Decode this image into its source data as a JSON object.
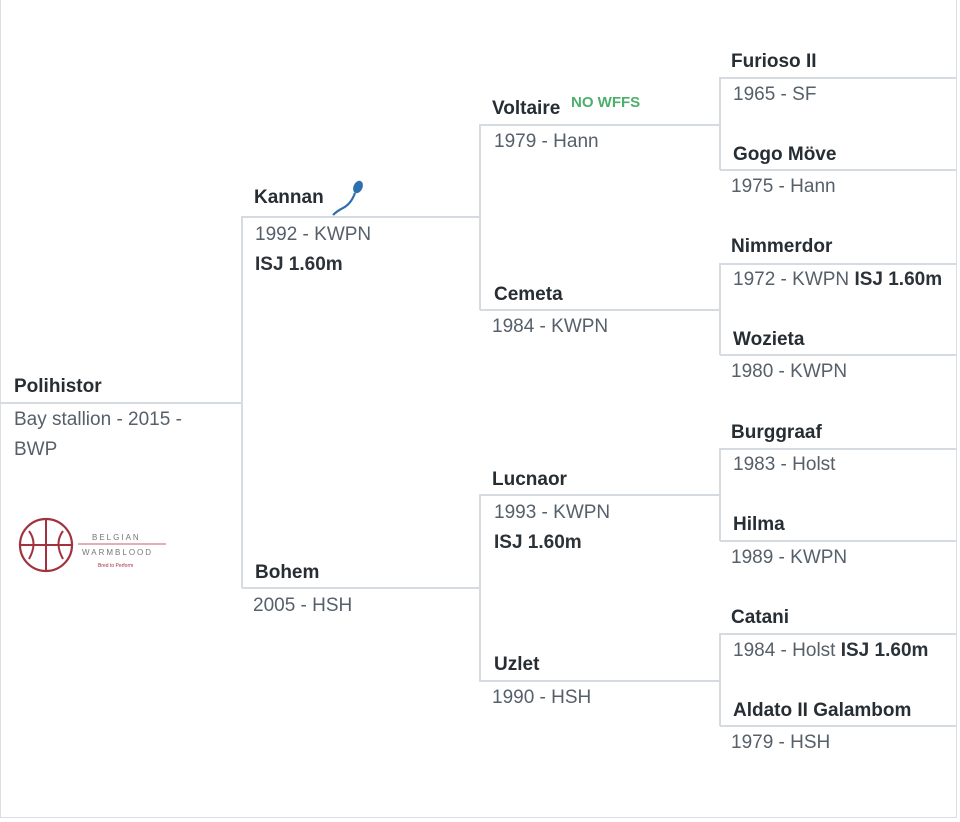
{
  "horse": {
    "name": "Polihistor",
    "info_line1": "Bay stallion - 2015 -",
    "info_line2": "BWP",
    "studbook_logo": {
      "line1": "BELGIAN",
      "line2": "WARMBLOOD",
      "tagline": "Bred to Perform"
    }
  },
  "sire": {
    "name": "Kannan",
    "info": "1992 - KWPN",
    "note": "ISJ 1.60m",
    "icon": "sperm-icon"
  },
  "dam": {
    "name": "Bohem",
    "info": "2005 - HSH"
  },
  "sire_sire": {
    "name": "Voltaire",
    "tag": "NO WFFS",
    "info": "1979 - Hann"
  },
  "sire_dam": {
    "name": "Cemeta",
    "info": "1984 - KWPN"
  },
  "dam_sire": {
    "name": "Lucnaor",
    "info": "1993 - KWPN",
    "note": "ISJ 1.60m"
  },
  "dam_dam": {
    "name": "Uzlet",
    "info": "1990 - HSH"
  },
  "gen3": [
    {
      "name": "Furioso II",
      "info": "1965 - SF",
      "note": ""
    },
    {
      "name": "Gogo Möve",
      "info": "1975 - Hann",
      "note": ""
    },
    {
      "name": "Nimmerdor",
      "info": "1972 - KWPN",
      "note": "ISJ 1.60m"
    },
    {
      "name": "Wozieta",
      "info": "1980 - KWPN",
      "note": ""
    },
    {
      "name": "Burggraaf",
      "info": "1983 - Holst",
      "note": ""
    },
    {
      "name": "Hilma",
      "info": "1989 - KWPN",
      "note": ""
    },
    {
      "name": "Catani",
      "info": "1984 - Holst",
      "note": "ISJ 1.60m"
    },
    {
      "name": "Aldato II Galambom",
      "info": "1979 - HSH",
      "note": ""
    }
  ],
  "colors": {
    "line": "#d5dbe0",
    "accent_green": "#4caf6a",
    "icon_blue": "#2f6fad",
    "logo_red": "#a3323f"
  }
}
